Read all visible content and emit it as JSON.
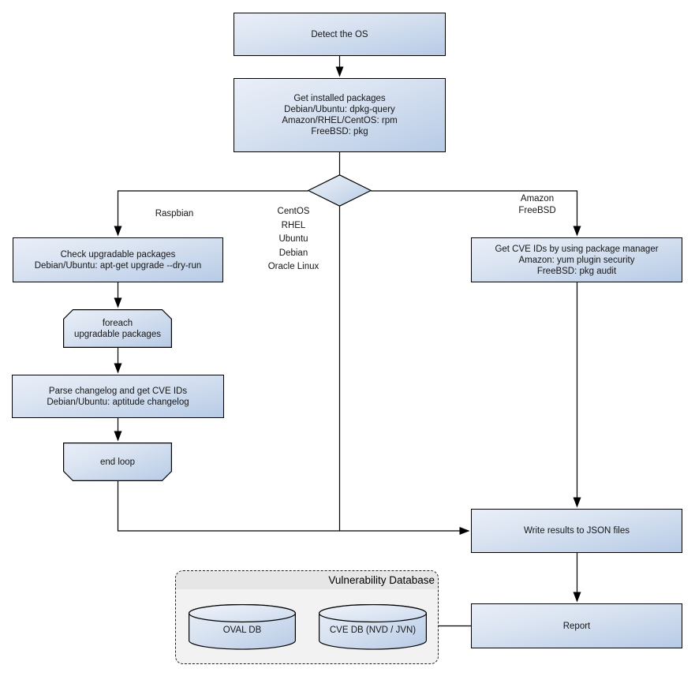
{
  "nodes": {
    "detect_os": {
      "label": "Detect the OS"
    },
    "get_installed_packages": {
      "label": "Get installed packages\nDebian/Ubuntu: dpkg-query\nAmazon/RHEL/CentOS: rpm\nFreeBSD: pkg"
    },
    "check_upgradable": {
      "label": "Check upgradable packages\nDebian/Ubuntu: apt-get upgrade --dry-run"
    },
    "get_cve_ids_pkg_manager": {
      "label": "Get CVE IDs by using package manager\nAmazon: yum plugin security\nFreeBSD: pkg audit"
    },
    "foreach_loop": {
      "label": "foreach\nupgradable  packages"
    },
    "parse_changelog": {
      "label": "Parse changelog and get  CVE IDs\nDebian/Ubuntu: aptitude changelog"
    },
    "end_loop": {
      "label": "end loop"
    },
    "write_results": {
      "label": "Write results to JSON files"
    },
    "report": {
      "label": "Report"
    }
  },
  "edge_labels": {
    "left_branch": "Raspbian",
    "middle_branch": "CentOS\nRHEL\nUbuntu\nDebian\nOracle Linux",
    "right_branch": "Amazon\nFreeBSD"
  },
  "vulnerability_database": {
    "title": "Vulnerability Database",
    "databases": [
      {
        "label": "OVAL DB"
      },
      {
        "label": "CVE DB (NVD / JVN)"
      }
    ]
  },
  "colors": {
    "node_fill_light": "#eaeff8",
    "node_fill_dark": "#b7cbe6",
    "node_border": "#000000",
    "connector": "#000000",
    "container_fill": "#f2f2f2",
    "container_band": "#e6e6e6"
  }
}
